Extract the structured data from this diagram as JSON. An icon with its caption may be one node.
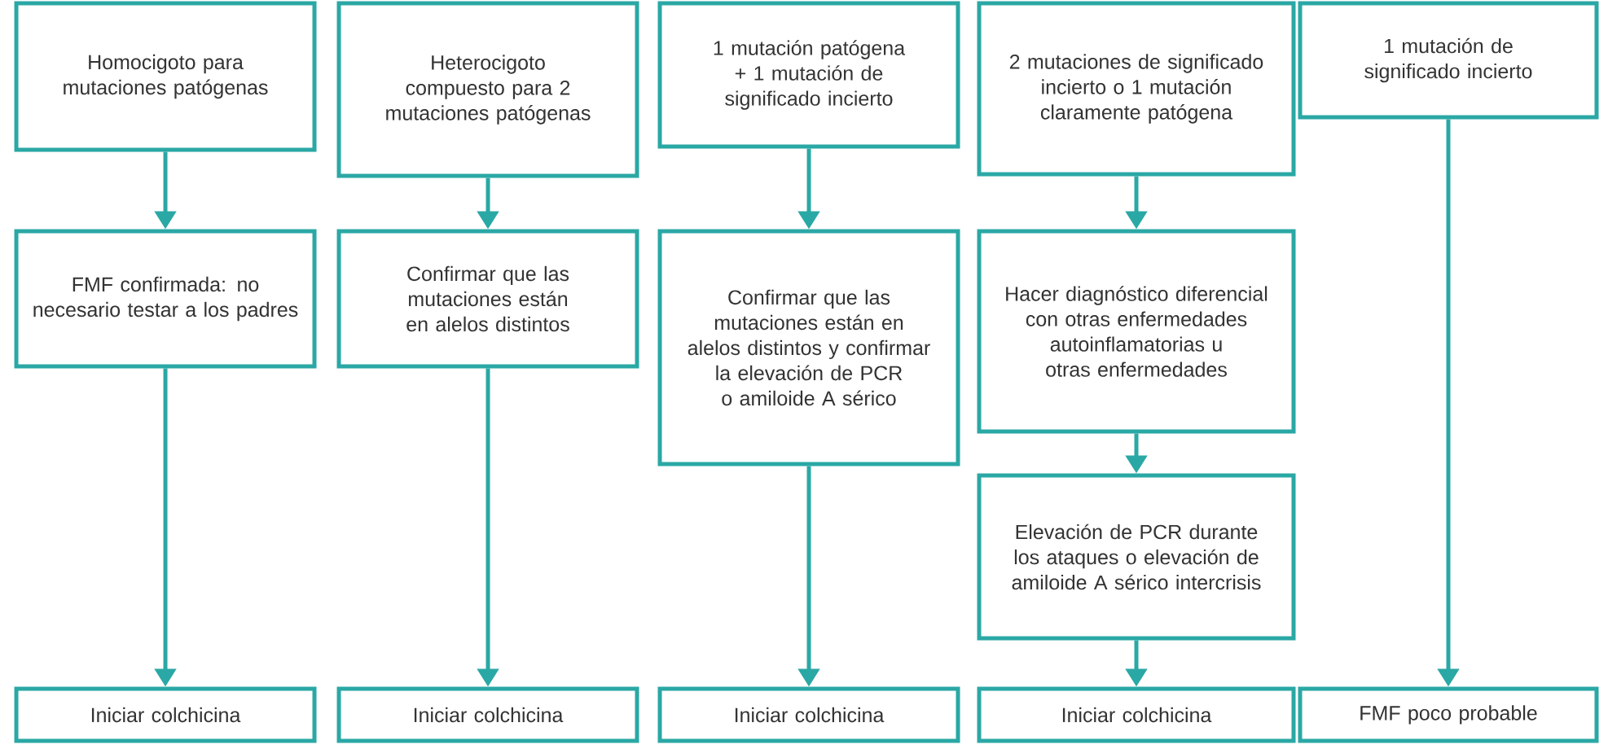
{
  "diagram": {
    "nodes": [
      {
        "text": [
          "Homocigoto para mutaciones patógenas"
        ]
      },
      {
        "text": [
          "Heterocigoto compuesto para 2 mutaciones patógenas"
        ]
      },
      {
        "text": [
          "1 mutación patógena + 1 mutación de significado incierto"
        ]
      },
      {
        "text": [
          "2 mutaciones de significado incierto o 1 mutación claramente patógena"
        ]
      },
      {
        "text": [
          "1 mutación de significado incierto"
        ]
      },
      {
        "text": [
          "FMF confirmada: no necesario testar a los padres"
        ]
      },
      {
        "text": [
          "Confirmar que las mutaciones están en alelos distintos"
        ]
      },
      {
        "text": [
          "Confirmar que las mutaciones están en alelos distintos y confirmar la elevación de PCR o amiloide A sérico"
        ]
      },
      {
        "text": [
          "Hacer diagnóstico diferencial con otras enfermedades autoinflamatorias u otras enfermedades"
        ]
      },
      {
        "text": [
          "Elevación de PCR durante los ataques o elevación de amiloide A sérico intercrisis"
        ]
      },
      {
        "text": [
          "Iniciar colchicina"
        ]
      },
      {
        "text": [
          "Iniciar colchicina"
        ]
      },
      {
        "text": [
          "Iniciar colchicina"
        ]
      },
      {
        "text": [
          "Iniciar colchicina"
        ]
      },
      {
        "text": [
          "FMF poco probable"
        ]
      }
    ],
    "edges": [
      {
        "from": 0,
        "to": 5,
        "arrow": "to"
      },
      {
        "from": 1,
        "to": 6,
        "arrow": "to"
      },
      {
        "from": 2,
        "to": 7,
        "arrow": "to"
      },
      {
        "from": 3,
        "to": 8,
        "arrow": "to"
      },
      {
        "from": 4,
        "to": 14,
        "arrow": "to"
      },
      {
        "from": 5,
        "to": 10,
        "arrow": "to"
      },
      {
        "from": 6,
        "to": 11,
        "arrow": "to"
      },
      {
        "from": 7,
        "to": 12,
        "arrow": "to"
      },
      {
        "from": 8,
        "to": 9,
        "arrow": "to"
      },
      {
        "from": 9,
        "to": 13,
        "arrow": "to"
      }
    ]
  }
}
